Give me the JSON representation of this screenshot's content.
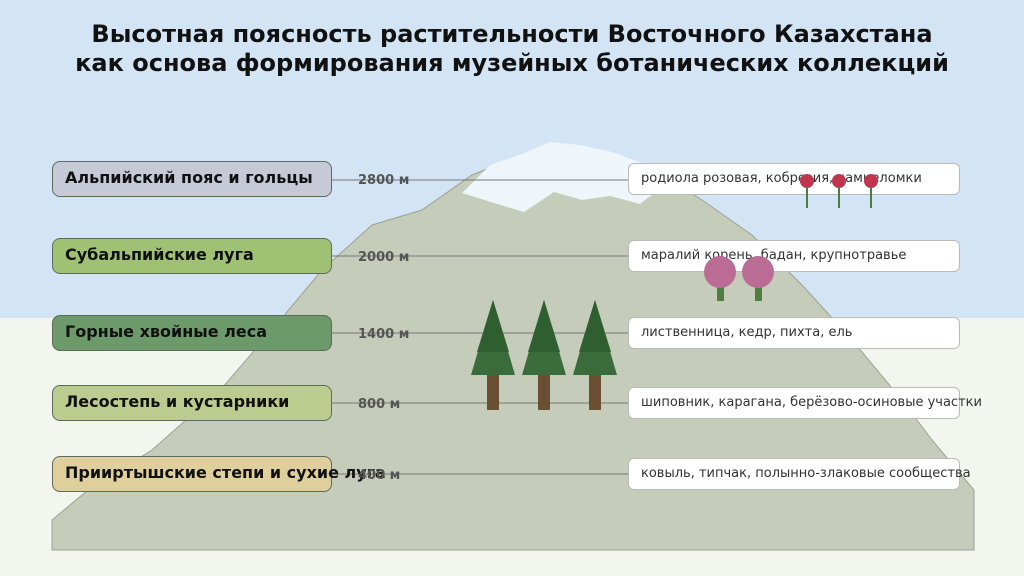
{
  "title": {
    "line1": "Высотная поясность растительности Восточного Казахстана",
    "line2": "как основа формирования музейных ботанических коллекций"
  },
  "colors": {
    "sky": "#d3e5f5",
    "ground": "#f3f6ee",
    "mountain": "#c5ccb9",
    "snow": "#eef5fb",
    "tree_foliage": "#3a6b3b",
    "tree_trunk": "#6b4f33",
    "shrub": "#bb6c95",
    "flower": "#c1364f"
  },
  "zones": [
    {
      "name": "Альпийский пояс и гольцы",
      "altitude": "2800 м",
      "plants": "родиола розовая, кобрезия, камнеломки",
      "color": "#c6cad6"
    },
    {
      "name": "Субальпийские луга",
      "altitude": "2000 м",
      "plants": "маралий корень, бадан, крупнотравье",
      "color": "#9fc173"
    },
    {
      "name": "Горные хвойные леса",
      "altitude": "1400 м",
      "plants": "лиственница, кедр, пихта, ель",
      "color": "#6d9a6a"
    },
    {
      "name": "Лесостепь и кустарники",
      "altitude": "800 м",
      "plants": "шиповник, карагана, берёзово-осиновые участки",
      "color": "#bccb8e"
    },
    {
      "name": "Прииртышские степи и сухие луга",
      "altitude": "400 м",
      "plants": "ковыль, типчак, полынно-злаковые сообщества",
      "color": "#dfcf9c"
    }
  ]
}
